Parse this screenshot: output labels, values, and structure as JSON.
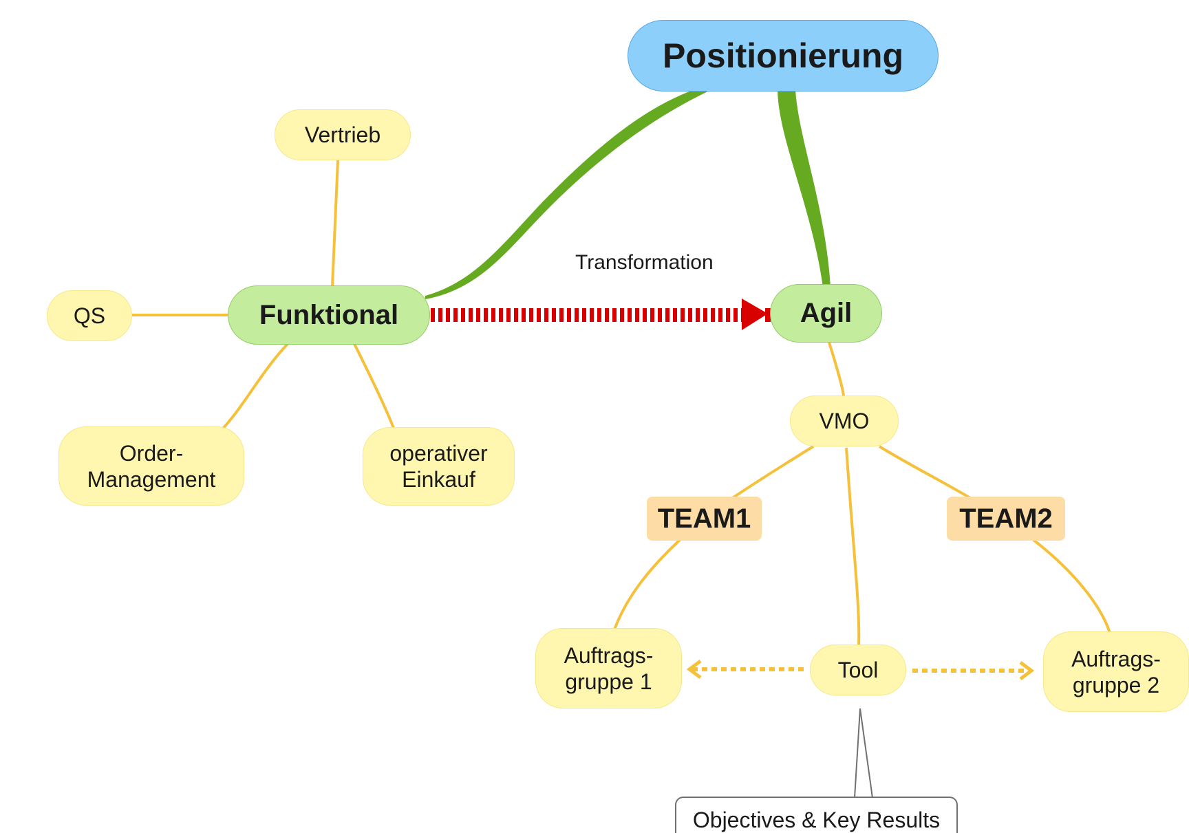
{
  "root": {
    "label": "Positionierung"
  },
  "main_branches": {
    "funktional": "Funktional",
    "agil": "Agil"
  },
  "funktional_children": {
    "vertrieb": "Vertrieb",
    "qs": "QS",
    "order_line1": "Order-",
    "order_line2": "Management",
    "einkauf_line1": "operativer",
    "einkauf_line2": "Einkauf"
  },
  "agil_children": {
    "vmo": "VMO",
    "team1": "TEAM1",
    "team2": "TEAM2",
    "tool": "Tool",
    "ag1_line1": "Auftrags-",
    "ag1_line2": "gruppe 1",
    "ag2_line1": "Auftrags-",
    "ag2_line2": "gruppe 2"
  },
  "relationship": {
    "label": "Transformation"
  },
  "callout": {
    "label": "Objectives & Key Results"
  },
  "colors": {
    "root_fill": "#8ccffb",
    "main_fill": "#c3ec9d",
    "sub_fill": "#fff6b0",
    "team_fill": "#fddca5",
    "main_branch_line": "#66aa22",
    "sub_branch_line": "#f5c03a",
    "transformation_arrow": "#d90000"
  }
}
